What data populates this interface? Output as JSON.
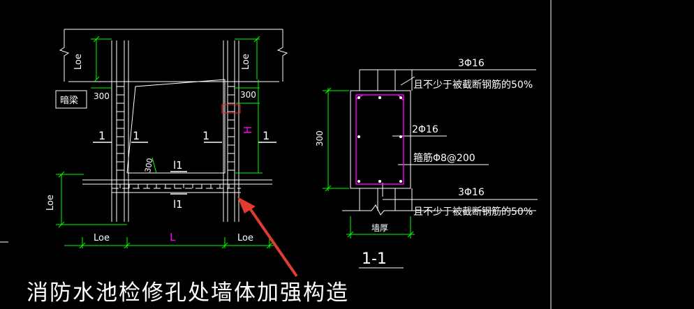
{
  "drawing": {
    "title": "消防水池检修孔处墙体加强构造",
    "anchor_label": "暗梁",
    "lap_label": "Loe",
    "opening_width_label": "L",
    "opening_height_label": "H",
    "dim_300": "300",
    "section_mark": "1",
    "level_mark": "l1"
  },
  "section": {
    "title": "1-1",
    "top_bars": "3Φ16",
    "top_note": "且不少于被截断钢筋的50%",
    "middle_bars": "2Φ16",
    "stirrup_note": "箍筋Φ8@200",
    "bottom_bars": "3Φ16",
    "bottom_note": "且不少于被截断钢筋的50%",
    "height_dim": "300",
    "wall_label": "墙厚"
  },
  "colors": {
    "background": "#000000",
    "line": "#ffffff",
    "dimension": "#00ff00",
    "highlight": "#ff00ff",
    "arrow": "#e03c31",
    "small_mark": "#ff2020"
  }
}
